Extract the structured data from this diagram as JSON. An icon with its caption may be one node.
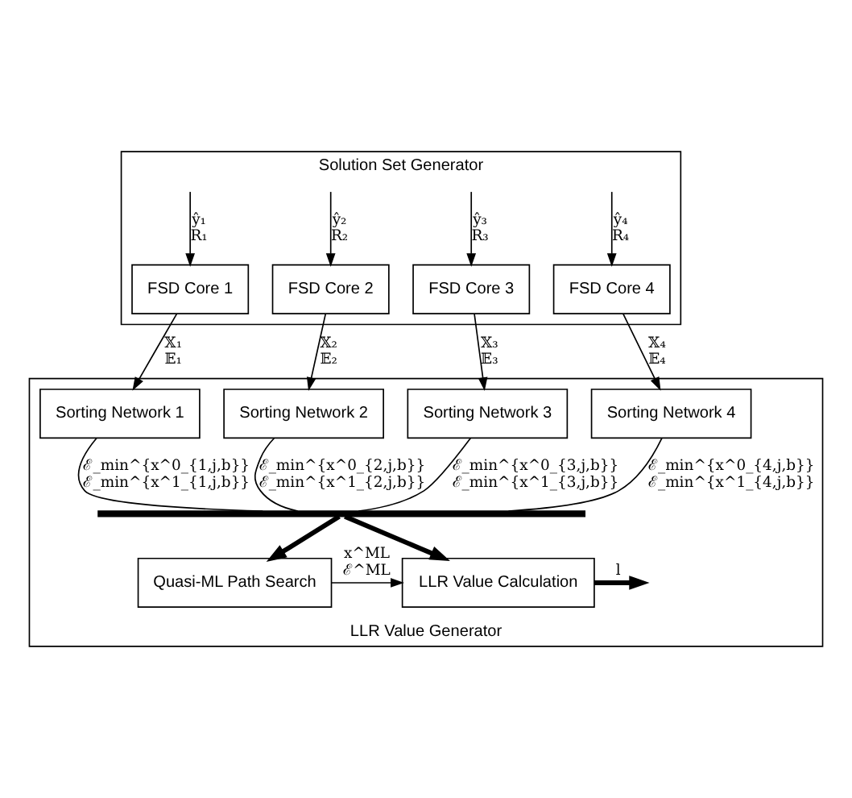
{
  "diagram": {
    "nodes": [
      {
        "text": [
          "Solution Set Generator"
        ]
      },
      {
        "text": [
          "FSD Core 1"
        ],
        "in": 0
      },
      {
        "text": [
          "FSD Core 2"
        ],
        "in": 0
      },
      {
        "text": [
          "FSD Core 3"
        ],
        "in": 0
      },
      {
        "text": [
          "FSD Core 4"
        ],
        "in": 0
      },
      {
        "text": [
          "LLR Value Generator"
        ]
      },
      {
        "text": [
          "Sorting Network 1"
        ],
        "in": 5
      },
      {
        "text": [
          "Sorting Network 2"
        ],
        "in": 5
      },
      {
        "text": [
          "Sorting Network 3"
        ],
        "in": 5
      },
      {
        "text": [
          "Sorting Network 4"
        ],
        "in": 5
      },
      {
        "text": [],
        "shape": "bar",
        "in": 5
      },
      {
        "text": [
          "Quasi-ML Path Search"
        ],
        "in": 5
      },
      {
        "text": [
          "LLR Value Calculation"
        ],
        "in": 5
      }
    ],
    "edges": [
      {
        "from": null,
        "to": 1,
        "arrow": "to",
        "label": "ŷ₁ R₁"
      },
      {
        "from": null,
        "to": 2,
        "arrow": "to",
        "label": "ŷ₂ R₂"
      },
      {
        "from": null,
        "to": 3,
        "arrow": "to",
        "label": "ŷ₃ R₃"
      },
      {
        "from": null,
        "to": 4,
        "arrow": "to",
        "label": "ŷ₄ R₄"
      },
      {
        "from": 1,
        "to": 6,
        "arrow": "to",
        "label": "𝕏₁ 𝔼₁"
      },
      {
        "from": 2,
        "to": 7,
        "arrow": "to",
        "label": "𝕏₂ 𝔼₂"
      },
      {
        "from": 3,
        "to": 8,
        "arrow": "to",
        "label": "𝕏₃ 𝔼₃"
      },
      {
        "from": 4,
        "to": 9,
        "arrow": "to",
        "label": "𝕏₄ 𝔼₄"
      },
      {
        "from": 6,
        "to": 10,
        "arrow": "none",
        "label": "ℰ_min^{x^0_{1,j,b}} ℰ_min^{x^1_{1,j,b}}"
      },
      {
        "from": 7,
        "to": 10,
        "arrow": "none",
        "label": "ℰ_min^{x^0_{2,j,b}} ℰ_min^{x^1_{2,j,b}}"
      },
      {
        "from": 8,
        "to": 10,
        "arrow": "none",
        "label": "ℰ_min^{x^0_{3,j,b}} ℰ_min^{x^1_{3,j,b}}"
      },
      {
        "from": 9,
        "to": 10,
        "arrow": "none",
        "label": "ℰ_min^{x^0_{4,j,b}} ℰ_min^{x^1_{4,j,b}}"
      },
      {
        "from": 10,
        "to": 11,
        "arrow": "to",
        "style": "thick"
      },
      {
        "from": 10,
        "to": 12,
        "arrow": "to",
        "style": "thick"
      },
      {
        "from": 11,
        "to": 12,
        "arrow": "to",
        "label": "x^ML ℰ^ML"
      },
      {
        "from": 12,
        "to": null,
        "arrow": "to",
        "label": "l",
        "style": "thick"
      }
    ]
  }
}
